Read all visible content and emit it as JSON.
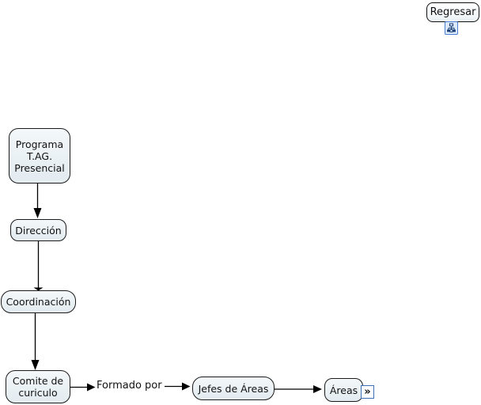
{
  "toolbar": {
    "back_button_label": "Regresar",
    "back_icon": "concept-map-icon"
  },
  "diagram": {
    "nodes": {
      "programa": {
        "label": "Programa\nT.AG.\nPresencial"
      },
      "direccion": {
        "label": "Dirección"
      },
      "coordinacion": {
        "label": "Coordinación"
      },
      "comite": {
        "label": "Comite de\ncuriculo"
      },
      "jefes": {
        "label": "Jefes de Áreas"
      },
      "areas": {
        "label": "Áreas"
      }
    },
    "linking_phrases": {
      "formado_por": "Formado por"
    },
    "edges": [
      {
        "from": "programa",
        "to": "direccion",
        "arrow": true
      },
      {
        "from": "direccion",
        "to": "coordinacion",
        "arrow": true
      },
      {
        "from": "coordinacion",
        "to": "comite",
        "arrow": true
      },
      {
        "from": "comite",
        "to": "formado_por",
        "arrow": true
      },
      {
        "from": "formado_por",
        "to": "jefes",
        "arrow": true
      },
      {
        "from": "jefes",
        "to": "areas",
        "arrow": true
      }
    ],
    "resource_icon_glyph": "»",
    "colors": {
      "node_fill": "#ecf2f6",
      "node_border": "#1b1b1b",
      "connector": "#000000",
      "resource_icon_border": "#3d6fb8",
      "cmap_icon_border": "#4a7fd4",
      "cmap_icon_fill": "#dce9fb"
    }
  }
}
